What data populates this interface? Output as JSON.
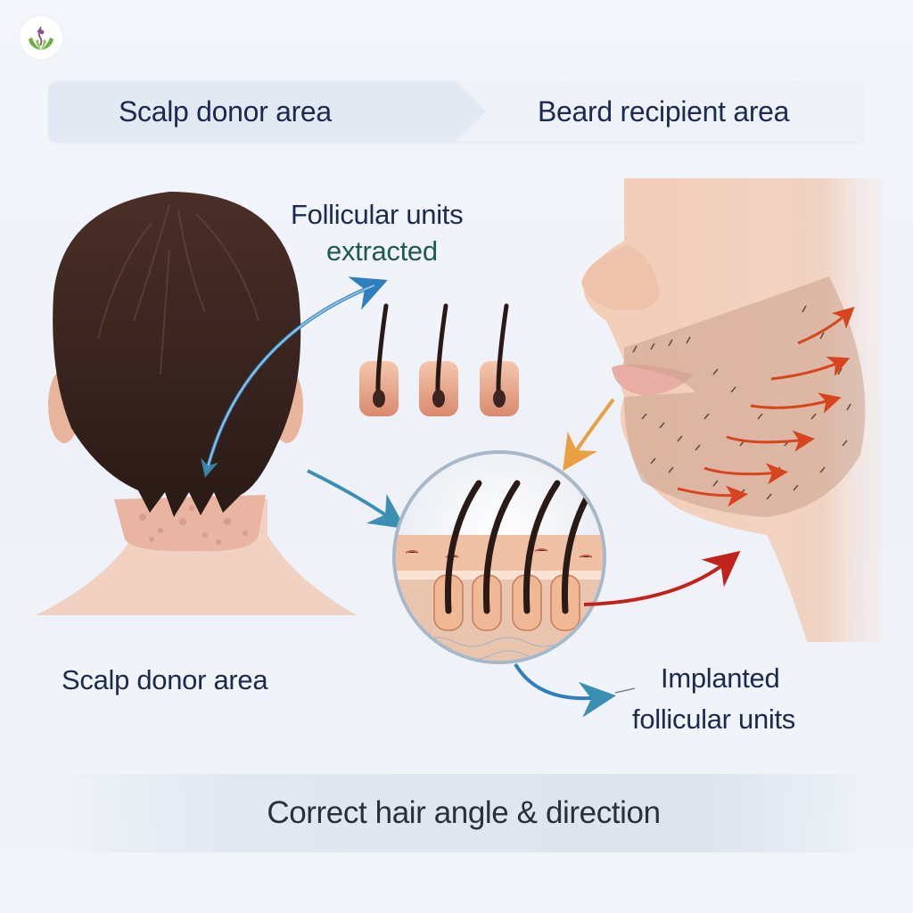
{
  "logo": {
    "icon": "yoga-hands-lotus-icon",
    "colors": {
      "figure": "#8a4a8c",
      "hands": "#6fae3e"
    }
  },
  "header_banner": {
    "left_label": "Scalp donor area",
    "right_label": "Beard recipient area",
    "separator_icon": "chevron-right-icon"
  },
  "labels": {
    "extracted_line1": "Follicular units",
    "extracted_line2": "extracted",
    "donor_area": "Scalp donor area",
    "implanted_line1": "Implanted",
    "implanted_line2": "follicular units"
  },
  "footer_banner": {
    "caption": "Correct hair angle & direction"
  },
  "illustrations": {
    "head_back": "back-of-head-donor-illustration",
    "follicles_extracted_count": 3,
    "magnified_follicles_count": 4,
    "beard_face": "beard-profile-recipient-illustration",
    "direction_arrows_count": 6
  },
  "colors": {
    "text_primary": "#1d2a4f",
    "text_green": "#1f5a52",
    "arrow_blue": "#2f7fbf",
    "arrow_teal": "#3b8fb3",
    "arrow_red": "#c0231c",
    "arrow_orange": "#e0622a",
    "arrow_amber": "#e8a040",
    "hair": "#3a2520",
    "skin": "#f2c9b3"
  }
}
